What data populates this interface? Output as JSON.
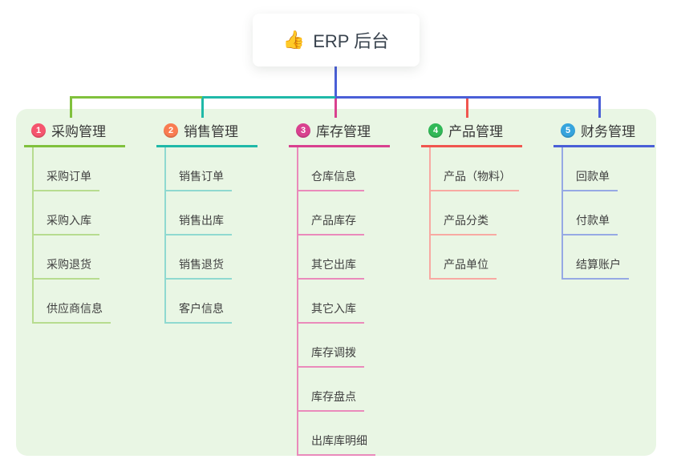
{
  "root": {
    "icon": "👍",
    "label": "ERP 后台"
  },
  "colors": {
    "panel_bg": "#e9f6e4",
    "root_drop": "#4a5fd7",
    "bus": {
      "green": "#80c13c",
      "teal": "#1fb9a8",
      "blue": "#4a5fd7"
    }
  },
  "branches": [
    {
      "badge": "1",
      "badge_color": "#f5556e",
      "line_color": "#80c13c",
      "child_line_color": "#b7dc8f",
      "title": "采购管理",
      "children": [
        "采购订单",
        "采购入库",
        "采购退货",
        "供应商信息"
      ]
    },
    {
      "badge": "2",
      "badge_color": "#f97c51",
      "line_color": "#1fb9a8",
      "child_line_color": "#8fd9d0",
      "title": "销售管理",
      "children": [
        "销售订单",
        "销售出库",
        "销售退货",
        "客户信息"
      ]
    },
    {
      "badge": "3",
      "badge_color": "#d9418f",
      "line_color": "#d9418f",
      "child_line_color": "#ea8abb",
      "title": "库存管理",
      "children": [
        "仓库信息",
        "产品库存",
        "其它出库",
        "其它入库",
        "库存调拨",
        "库存盘点",
        "出库库明细"
      ]
    },
    {
      "badge": "4",
      "badge_color": "#31b857",
      "line_color": "#f0564f",
      "child_line_color": "#f8a9a2",
      "title": "产品管理",
      "children": [
        "产品（物料）",
        "产品分类",
        "产品单位"
      ]
    },
    {
      "badge": "5",
      "badge_color": "#36a4dd",
      "line_color": "#4a5fd7",
      "child_line_color": "#96a9e4",
      "title": "财务管理",
      "children": [
        "回款单",
        "付款单",
        "结算账户"
      ]
    }
  ]
}
